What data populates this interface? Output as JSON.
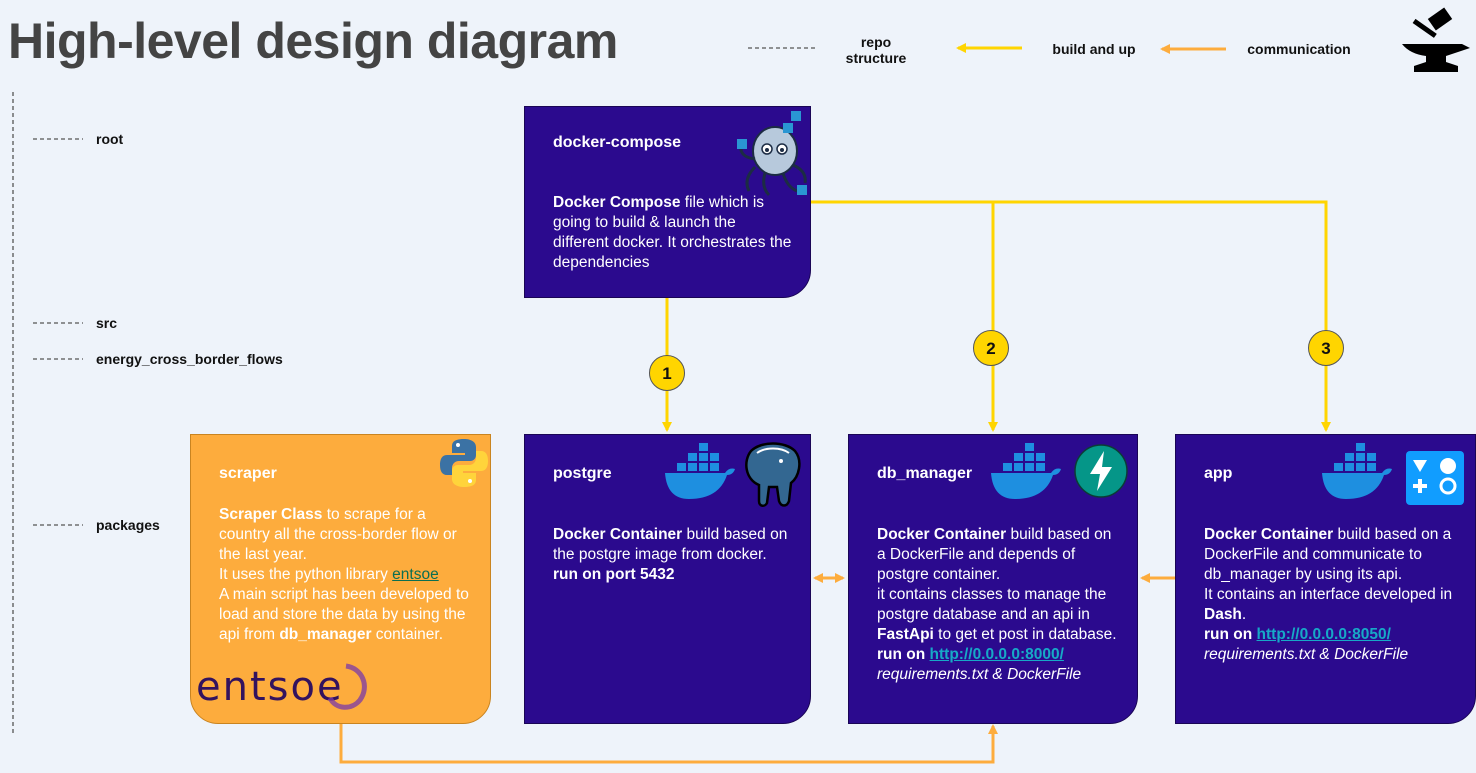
{
  "title": "High-level design diagram",
  "legend": {
    "repo_structure": "repo structure",
    "build_and_up": "build and up",
    "communication": "communication"
  },
  "tree": {
    "root": "root",
    "src": "src",
    "energy": "energy_cross_border_flows",
    "packages": "packages"
  },
  "badges": {
    "one": "1",
    "two": "2",
    "three": "3"
  },
  "compose": {
    "title": "docker-compose",
    "bold": "Docker Compose",
    "text": " file which is going to build & launch the different docker. It orchestrates the dependencies"
  },
  "scraper": {
    "title": "scraper",
    "bold1": "Scraper Class",
    "text1": " to scrape for a country all the cross-border flow or the last year.",
    "text2": "It uses the python library ",
    "link": "entsoe",
    "text3": "A main script has been developed to load and store the data by using the api from ",
    "bold2": "db_manager",
    "text4": " container.",
    "logo": "entsoe"
  },
  "postgre": {
    "title": "postgre",
    "bold": "Docker Container",
    "text": " build based on the postgre image from docker.",
    "run": "run on port 5432"
  },
  "db_manager": {
    "title": "db_manager",
    "bold": "Docker Container",
    "text1": " build based on a DockerFile and depends of postgre container.",
    "text2": "it contains classes to manage the postgre database and an api in ",
    "bold2": "FastApi",
    "text3": " to get et post in database.",
    "run": "run on ",
    "link": "http://0.0.0.0:8000/",
    "files": "requirements.txt & DockerFile"
  },
  "app": {
    "title": "app",
    "bold": "Docker Container",
    "text1": " build based on a DockerFile and communicate to db_manager by using its api.",
    "text2": "It contains an interface developed in ",
    "bold2": "Dash",
    "text3": ".",
    "run": "run on ",
    "link": "http://0.0.0.0:8050/",
    "files": "requirements.txt & DockerFile"
  },
  "colors": {
    "box": "#2b0a8e",
    "scraper": "#fdac3d",
    "build_arrow": "#ffd500",
    "comm_arrow": "#fdac3d"
  },
  "icons": [
    "docker-compose-octopus-icon",
    "python-icon",
    "docker-whale-icon",
    "postgresql-elephant-icon",
    "fastapi-icon",
    "dash-icon",
    "anvil-hammer-icon"
  ]
}
